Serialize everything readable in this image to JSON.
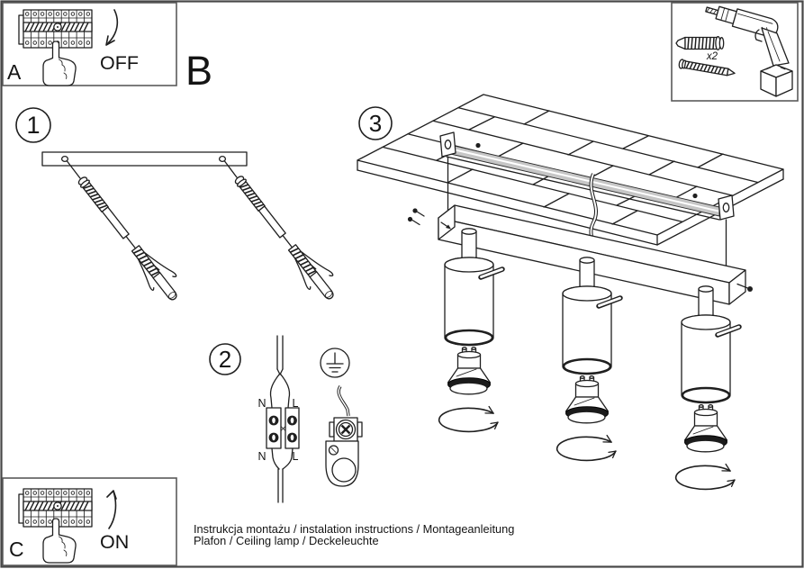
{
  "panel_a": {
    "label": "A",
    "state": "OFF"
  },
  "panel_c": {
    "label": "C",
    "state": "ON"
  },
  "section_b": {
    "label": "B"
  },
  "steps": [
    {
      "number": "1"
    },
    {
      "number": "2"
    },
    {
      "number": "3"
    }
  ],
  "hardware": {
    "quantity_label": "x2"
  },
  "wiring": {
    "neutral_label": "N",
    "live_label": "L"
  },
  "footer": {
    "line1": "Instrukcja montażu / instalation instructions / Montageanleitung",
    "line2": "Plafon / Ceiling lamp / Deckeleuchte"
  },
  "colors": {
    "ink": "#1f1f1f",
    "page_border": "#474747",
    "box_border": "#5a5a5a",
    "strip_gray": "#c6c6c6",
    "background": "#ffffff"
  }
}
